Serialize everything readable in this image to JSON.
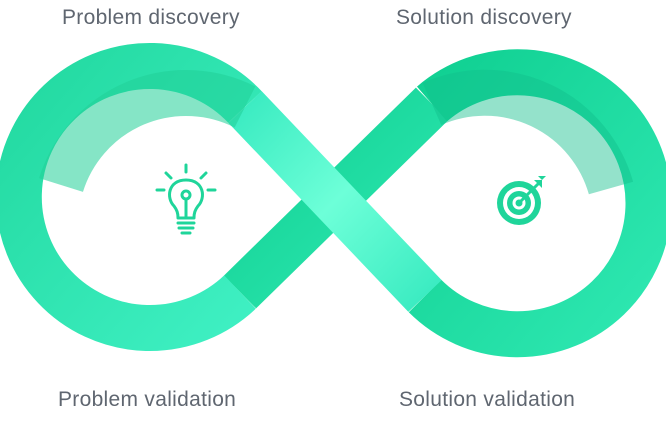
{
  "labels": {
    "problem_discovery": "Problem discovery",
    "solution_discovery": "Solution discovery",
    "problem_validation": "Problem validation",
    "solution_validation": "Solution validation"
  },
  "icons": {
    "left": "lightbulb-icon",
    "right": "target-icon"
  },
  "colors": {
    "loop_light": "#3ef0c0",
    "loop_dark": "#18cf96",
    "icon": "#1fd59a",
    "label_text": "#5f6670"
  }
}
